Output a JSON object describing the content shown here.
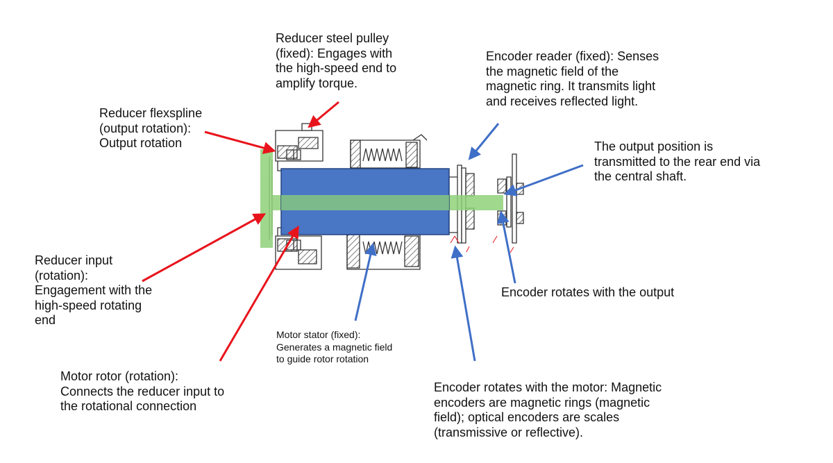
{
  "colors": {
    "shaft": "#8fd17a",
    "rotor": "#4472c4",
    "rotor_border": "#1f3f7a",
    "red_arrow": "#e8141c",
    "blue_arrow": "#3f6fc7",
    "mechanism": "#333333"
  },
  "labels": {
    "reducer_steel_pulley": "Reducer steel pulley\n(fixed): Engages with\nthe high-speed end to\namplify torque.",
    "reducer_flexspline": "Reducer flexspline\n(output rotation):\nOutput rotation",
    "encoder_reader": "Encoder reader (fixed): Senses\nthe magnetic field of the\nmagnetic ring. It transmits light\nand receives reflected light.",
    "output_position": "The output position is\ntransmitted to the rear end via\nthe central shaft.",
    "reducer_input": "Reducer input\n(rotation):\nEngagement with the\nhigh-speed rotating\nend",
    "encoder_output": "Encoder rotates with the output",
    "motor_stator": "Motor stator (fixed):\nGenerates a magnetic field\nto guide rotor rotation",
    "motor_rotor": "Motor rotor (rotation):\nConnects the reducer input to\nthe rotational connection",
    "encoder_motor": "Encoder rotates with the motor: Magnetic\nencoders are magnetic rings (magnetic\nfield); optical encoders are scales\n(transmissive or reflective)."
  }
}
